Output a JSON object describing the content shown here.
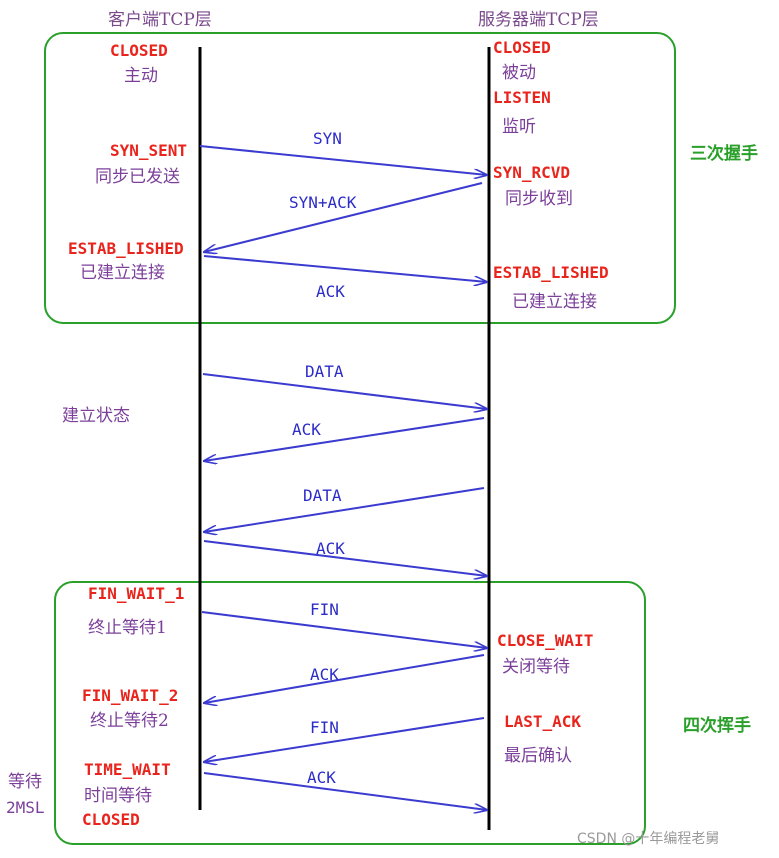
{
  "headers": {
    "client": "客户端TCP层",
    "server": "服务器端TCP层"
  },
  "phases": {
    "handshake": "三次握手",
    "wave": "四次挥手"
  },
  "client_states": {
    "closed": "CLOSED",
    "active": "主动",
    "syn_sent": "SYN_SENT",
    "syn_sent_cn": "同步已发送",
    "estab": "ESTAB_LISHED",
    "estab_cn": "已建立连接",
    "fin_wait_1": "FIN_WAIT_1",
    "fin_wait_1_cn": "终止等待1",
    "fin_wait_2": "FIN_WAIT_2",
    "fin_wait_2_cn": "终止等待2",
    "time_wait": "TIME_WAIT",
    "time_wait_cn": "时间等待",
    "closed_end": "CLOSED"
  },
  "server_states": {
    "closed": "CLOSED",
    "passive": "被动",
    "listen": "LISTEN",
    "listen_cn": "监听",
    "syn_rcvd": "SYN_RCVD",
    "syn_rcvd_cn": "同步收到",
    "estab": "ESTAB_LISHED",
    "estab_cn": "已建立连接",
    "close_wait": "CLOSE_WAIT",
    "close_wait_cn": "关闭等待",
    "last_ack": "LAST_ACK",
    "last_ack_cn": "最后确认"
  },
  "established_label": "建立状态",
  "wait_2msl": {
    "line1": "等待",
    "line2": "2MSL"
  },
  "messages": {
    "syn": "SYN",
    "syn_ack": "SYN+ACK",
    "ack1": "ACK",
    "data1": "DATA",
    "ack2": "ACK",
    "data2": "DATA",
    "ack3": "ACK",
    "fin1": "FIN",
    "ack4": "ACK",
    "fin2": "FIN",
    "ack5": "ACK"
  },
  "watermark": "CSDN @十年编程老舅",
  "colors": {
    "arrow": "#3b3bd0",
    "box": "#2aa02a",
    "state": "#e8241c",
    "text_cn": "#7b3f9a"
  }
}
